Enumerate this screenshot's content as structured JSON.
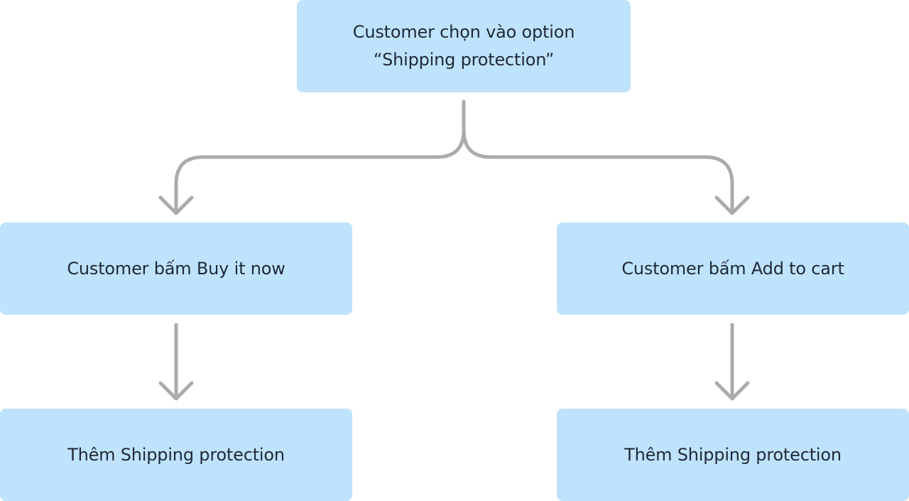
{
  "diagram": {
    "root": {
      "line1": "Customer chọn vào option",
      "line2": "“Shipping protection”"
    },
    "left_branch": {
      "step1": "Customer bấm Buy it now",
      "step2": "Thêm Shipping protection"
    },
    "right_branch": {
      "step1": "Customer bấm Add to cart",
      "step2": "Thêm Shipping protection"
    }
  },
  "colors": {
    "node_fill": "#bfe3fc",
    "connector": "#ababab",
    "text": "#1f2937"
  }
}
